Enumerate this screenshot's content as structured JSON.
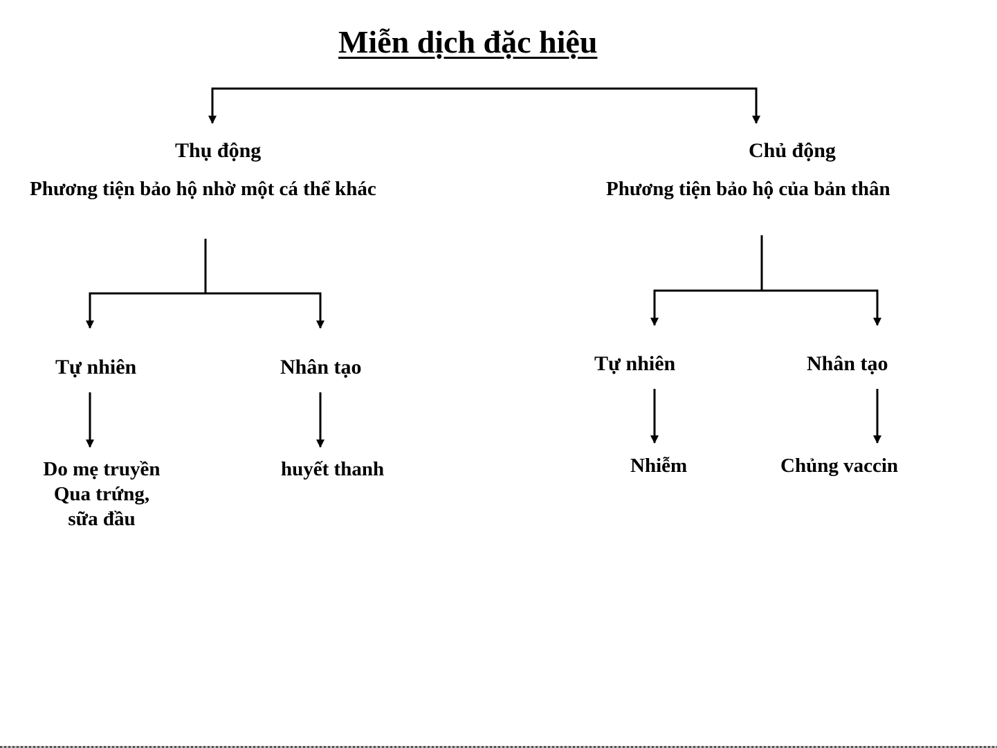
{
  "title": "Miễn dịch đặc hiệu",
  "left": {
    "name": "Thụ động",
    "description": "Phương tiện bảo hộ nhờ một cá thể khác",
    "children": [
      {
        "name": "Tự nhiên",
        "examples": [
          "Do mẹ truyền",
          "Qua trứng,",
          "sữa đầu"
        ]
      },
      {
        "name": "Nhân tạo",
        "examples": [
          "huyết thanh"
        ]
      }
    ]
  },
  "right": {
    "name": "Chủ động",
    "description": "Phương tiện bảo hộ của bản thân",
    "children": [
      {
        "name": "Tự nhiên",
        "examples": [
          "Nhiễm"
        ]
      },
      {
        "name": "Nhân tạo",
        "examples": [
          "Chủng vaccin"
        ]
      }
    ]
  }
}
